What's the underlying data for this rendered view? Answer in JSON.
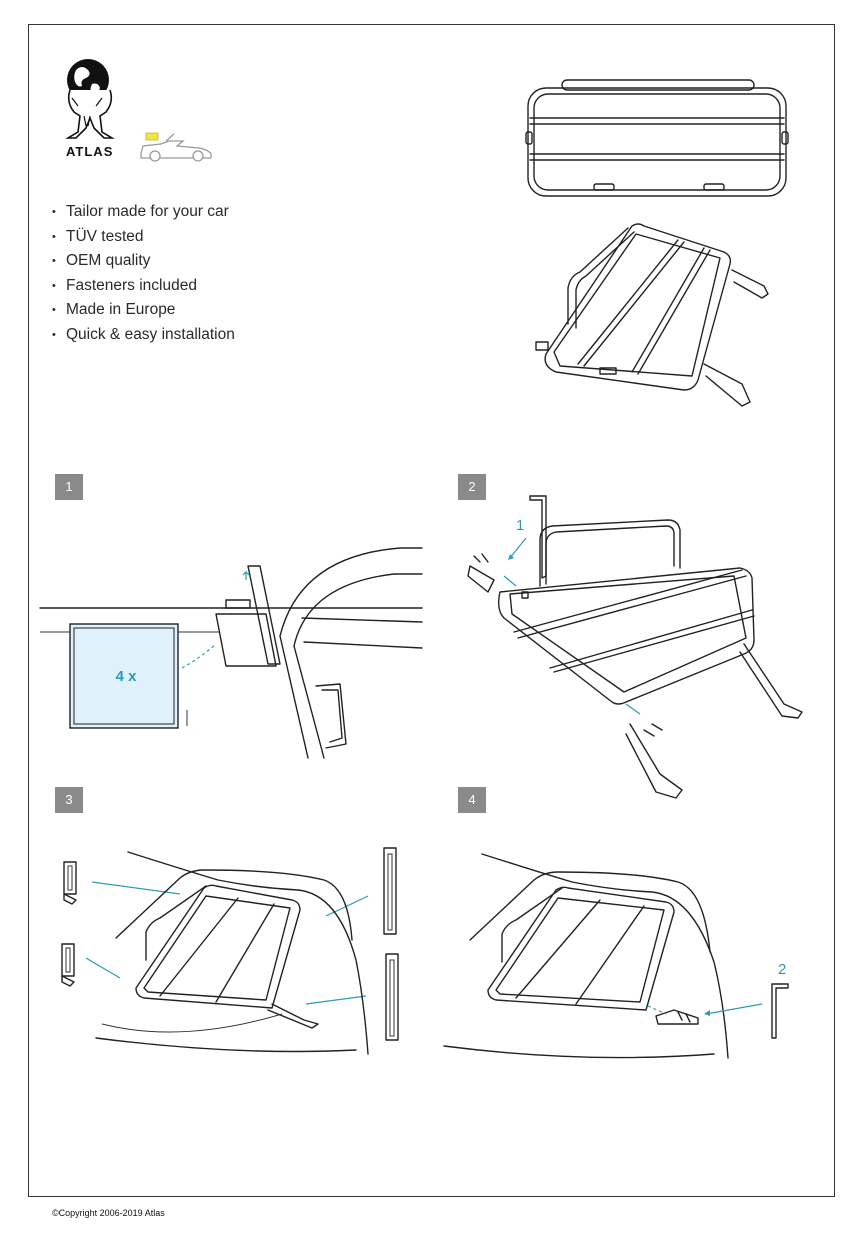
{
  "brand": {
    "name": "ATLAS",
    "logo_icon": "atlas-globe-icon",
    "car_icon": "convertible-car-icon"
  },
  "features": [
    "Tailor made for your car",
    "TÜV tested",
    "OEM quality",
    "Fasteners included",
    "Made in Europe",
    "Quick & easy installation"
  ],
  "steps": [
    {
      "number": "1",
      "callout": "4 x"
    },
    {
      "number": "2",
      "callout": "1"
    },
    {
      "number": "3"
    },
    {
      "number": "4",
      "callout": "2"
    }
  ],
  "colors": {
    "accent": "#2b9bb5",
    "step_badge": "#8a8a8a",
    "callout_fill": "#dff1fb"
  },
  "copyright": "©Copyright 2006-2019 Atlas"
}
